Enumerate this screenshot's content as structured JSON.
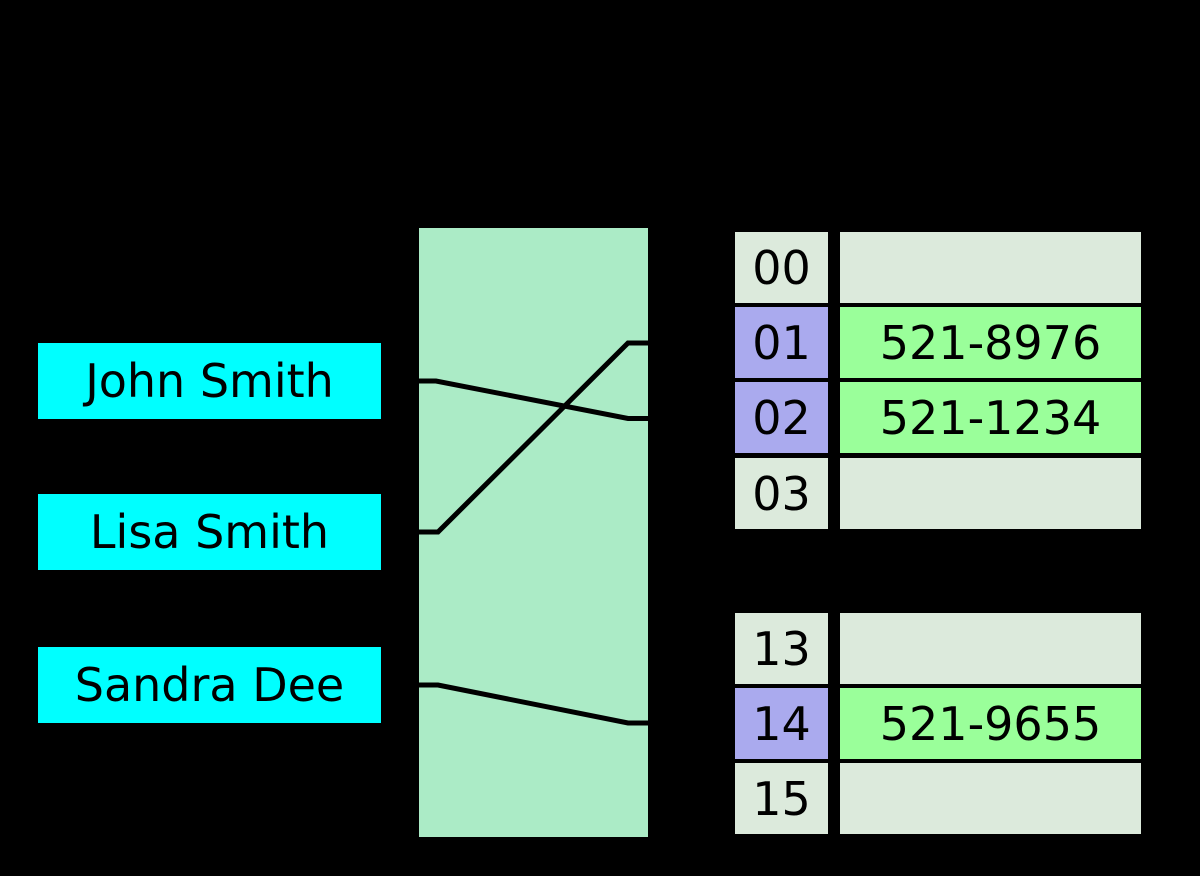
{
  "colors": {
    "background": "#000000",
    "key_box": "#00FFFF",
    "hash_box": "#ABEBC6",
    "bucket_empty": "#DCEADC",
    "bucket_index_highlight": "#AAAAEE",
    "bucket_value_highlight": "#9AFF9A",
    "line": "#000000",
    "text": "#000000"
  },
  "keys": [
    {
      "label": "John Smith",
      "hashes_to": "02"
    },
    {
      "label": "Lisa Smith",
      "hashes_to": "01"
    },
    {
      "label": "Sandra Dee",
      "hashes_to": "14"
    }
  ],
  "buckets_top": {
    "rows": [
      {
        "index": "00",
        "value": "",
        "highlighted": false
      },
      {
        "index": "01",
        "value": "521-8976",
        "highlighted": true
      },
      {
        "index": "02",
        "value": "521-1234",
        "highlighted": true
      },
      {
        "index": "03",
        "value": "",
        "highlighted": false
      }
    ]
  },
  "buckets_bottom": {
    "rows": [
      {
        "index": "13",
        "value": "",
        "highlighted": false
      },
      {
        "index": "14",
        "value": "521-9655",
        "highlighted": true
      },
      {
        "index": "15",
        "value": "",
        "highlighted": false
      }
    ]
  }
}
